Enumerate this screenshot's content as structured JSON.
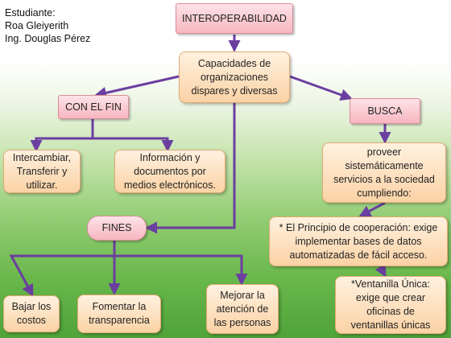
{
  "author": {
    "line1": "Estudiante:",
    "line2": "Roa Gleiyerith",
    "line3": "Ing. Douglas Pérez"
  },
  "nodes": {
    "interop": "INTEROPERABILIDAD",
    "capacidades": "Capacidades de\norganizaciones\ndispares y diversas",
    "con_el_fin": "CON EL FIN",
    "busca": "BUSCA",
    "intercambiar": "Intercambiar,\nTransferir y\nutilizar.",
    "informacion": "Información y\ndocumentos por\nmedios electrónicos.",
    "proveer": "proveer\nsistemáticamente\nservicios a la sociedad\ncumpliendo:",
    "fines": "FINES",
    "principio": "* El Principio de cooperación: exige\nimplementar bases de datos\nautomatizadas de fácil acceso.",
    "ventanilla": "*Ventanilla Única:\nexige que crear\noficinas de\nventanillas únicas",
    "bajar": "Bajar los\ncostos",
    "fomentar": "Fomentar la\ntransparencia",
    "mejorar": "Mejorar la\natención de\nlas personas"
  },
  "colors": {
    "arrow": "#6b3fa0",
    "box_pink": "#f7b6c0",
    "box_peach": "#fbd2a5"
  }
}
